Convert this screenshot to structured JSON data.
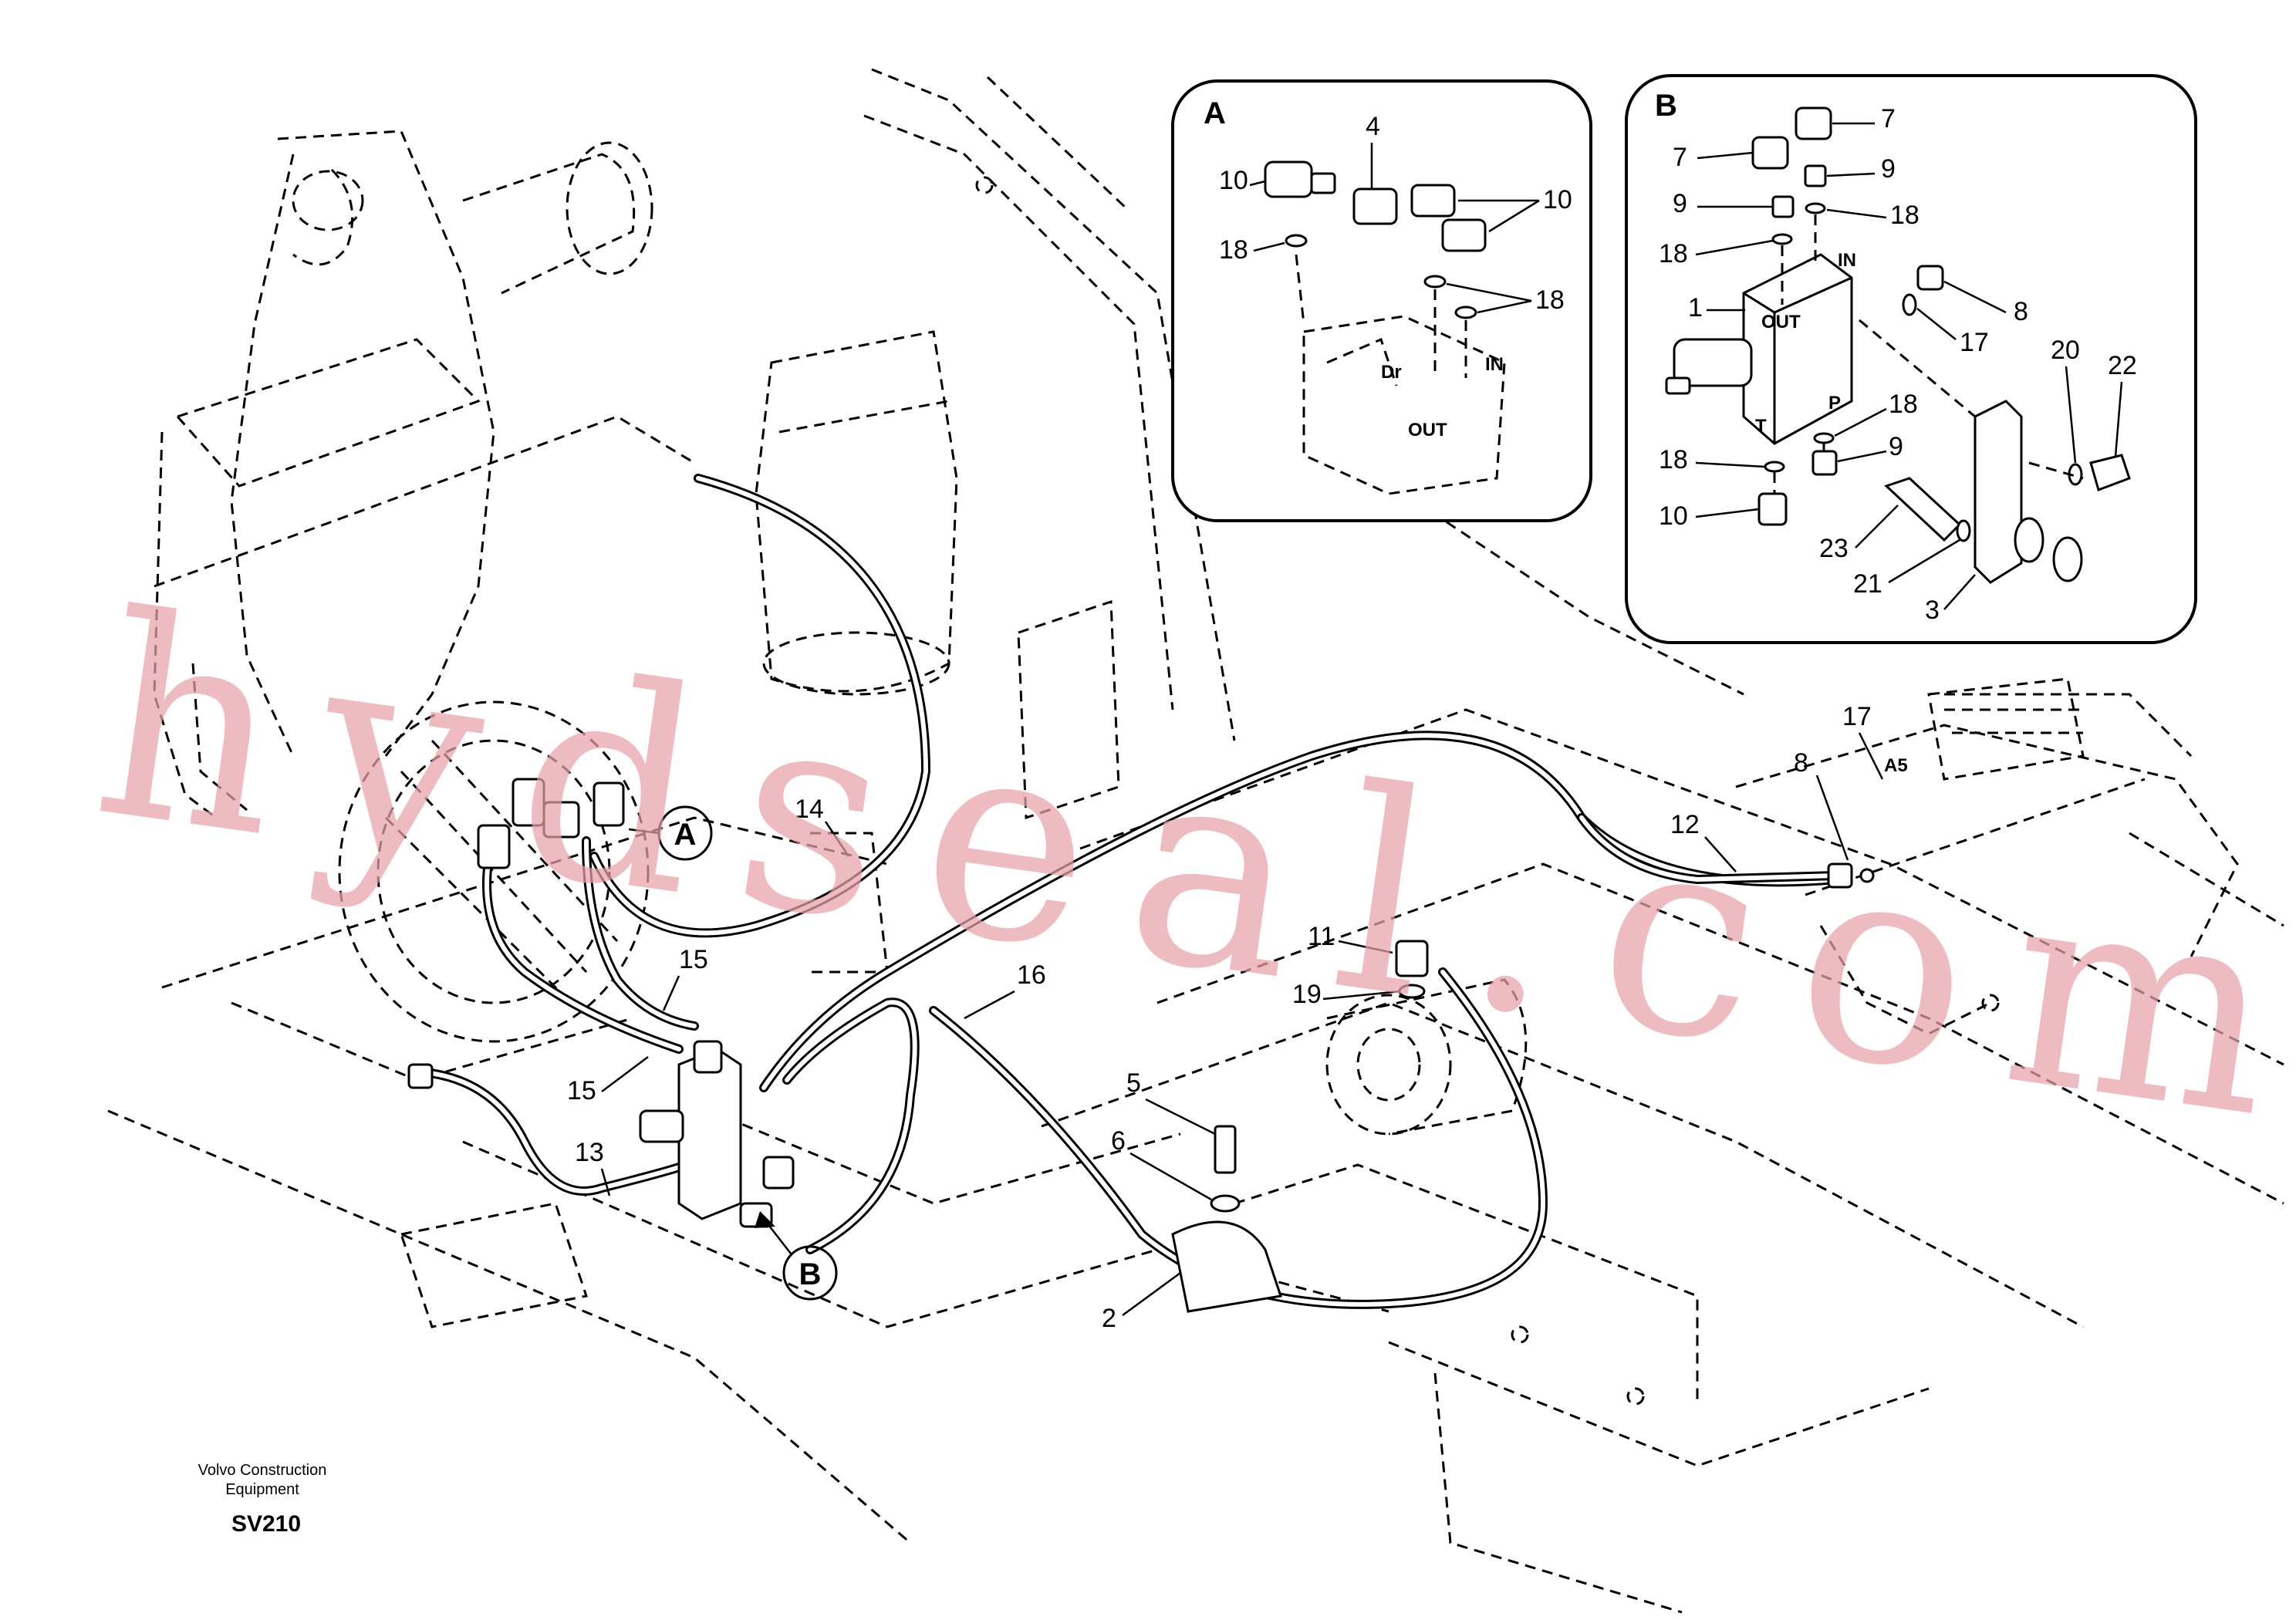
{
  "detail_a": {
    "letter": "A",
    "labels": {
      "n4": "4",
      "n10a": "10",
      "n10b": "10",
      "n18a": "18",
      "n18b": "18"
    },
    "ports": {
      "dr": "Dr",
      "in": "IN",
      "out": "OUT"
    }
  },
  "detail_b": {
    "letter": "B",
    "labels": {
      "n7a": "7",
      "n7b": "7",
      "n9a": "9",
      "n9b": "9",
      "n9c": "9",
      "n18a": "18",
      "n18b": "18",
      "n18c": "18",
      "n18d": "18",
      "n1": "1",
      "n8": "8",
      "n17": "17",
      "n20": "20",
      "n22": "22",
      "n10": "10",
      "n23": "23",
      "n21": "21",
      "n3": "3"
    },
    "ports": {
      "in": "IN",
      "out": "OUT",
      "p": "P",
      "t": "T"
    }
  },
  "main": {
    "callout_a": "A",
    "callout_b": "B",
    "labels": {
      "n14": "14",
      "n15a": "15",
      "n15b": "15",
      "n16": "16",
      "n13": "13",
      "n12": "12",
      "n17": "17",
      "n8": "8",
      "n11": "11",
      "n19": "19",
      "n5": "5",
      "n6": "6",
      "n2": "2"
    },
    "port_a5": "A5"
  },
  "watermark": "hydseal.com",
  "footer": {
    "brand_line1": "Volvo Construction",
    "brand_line2": "Equipment",
    "code": "SV210"
  }
}
